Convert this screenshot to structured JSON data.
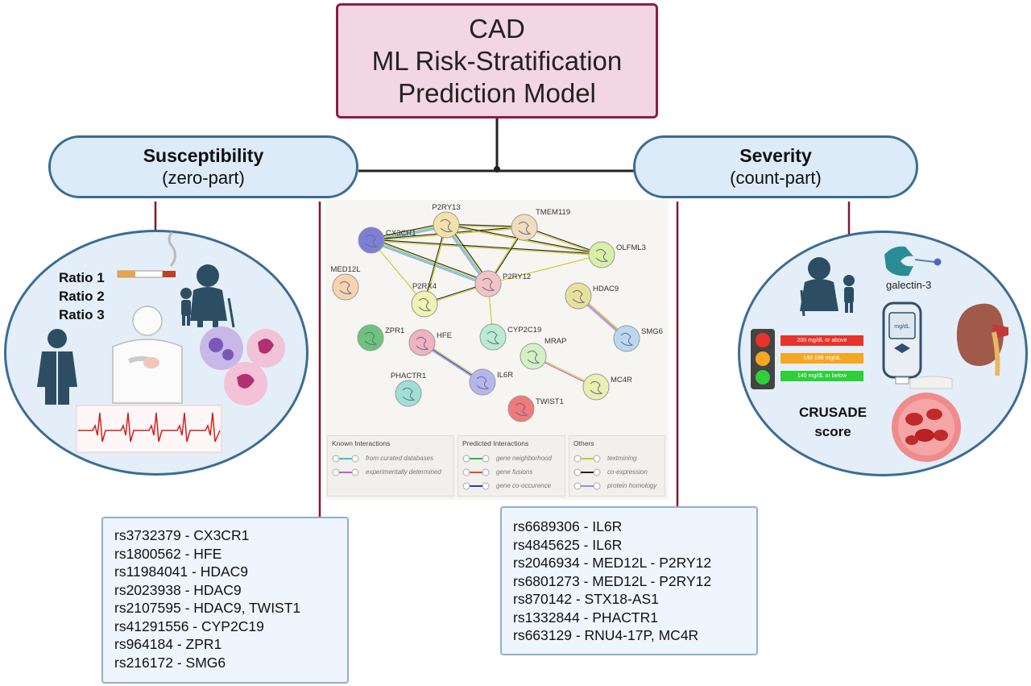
{
  "model_title": {
    "line1": "CAD",
    "line2": "ML Risk-Stratification",
    "line3": "Prediction Model"
  },
  "susceptibility": {
    "title": "Susceptibility",
    "subtitle": "(zero-part)",
    "ratios": [
      "Ratio 1",
      "Ratio 2",
      "Ratio 3"
    ],
    "snps": [
      "rs3732379 -  CX3CR1",
      "rs1800562 - HFE",
      "rs11984041 - HDAC9",
      "rs2023938 - HDAC9",
      "rs2107595 - HDAC9, TWIST1",
      "rs41291556 - CYP2C19",
      "rs964184 - ZPR1",
      "rs216172 - SMG6"
    ]
  },
  "severity": {
    "title": "Severity",
    "subtitle": "(count-part)",
    "galectin_label": "galectin-3",
    "glucose_levels": [
      "200 mg/dL or above",
      "140-199 mg/dL",
      "140 mg/dL or below"
    ],
    "glucose_colors": [
      "#e8332a",
      "#f5a623",
      "#2fcf3a"
    ],
    "meter_display": "mg/dL",
    "crusade_line1": "CRUSADE",
    "crusade_line2": "score",
    "snps": [
      "rs6689306 - IL6R",
      "rs4845625 - IL6R",
      "rs2046934 - MED12L - P2RY12",
      "rs6801273 - MED12L - P2RY12",
      "rs870142 - STX18-AS1",
      "rs1332844 - PHACTR1",
      "rs663129 - RNU4-17P, MC4R"
    ]
  },
  "network": {
    "nodes": [
      {
        "id": "CX3CR1",
        "color": "#7d7fd6"
      },
      {
        "id": "P2RY13",
        "color": "#f3e1a8"
      },
      {
        "id": "TMEM119",
        "color": "#f1dcc0"
      },
      {
        "id": "OLFML3",
        "color": "#d8efa6"
      },
      {
        "id": "MED12L",
        "color": "#f7d3b0"
      },
      {
        "id": "P2RY12",
        "color": "#f3c3c3"
      },
      {
        "id": "P2RX4",
        "color": "#eef3b0"
      },
      {
        "id": "HDAC9",
        "color": "#e6e29a"
      },
      {
        "id": "SMG6",
        "color": "#b9d8f0"
      },
      {
        "id": "ZPR1",
        "color": "#6cc47a"
      },
      {
        "id": "HFE",
        "color": "#f0b2c0"
      },
      {
        "id": "CYP2C19",
        "color": "#b8ecd0"
      },
      {
        "id": "MRAP",
        "color": "#d2f2c4"
      },
      {
        "id": "IL6R",
        "color": "#b6b6ee"
      },
      {
        "id": "MC4R",
        "color": "#e8f0b0"
      },
      {
        "id": "PHACTR1",
        "color": "#9ee0d8"
      },
      {
        "id": "TWIST1",
        "color": "#f07a7a"
      }
    ],
    "legend": {
      "known": {
        "title": "Known Interactions",
        "items": [
          "from curated databases",
          "experimentally determined"
        ],
        "colors": [
          "#35c3d8",
          "#c25cc8"
        ]
      },
      "predicted": {
        "title": "Predicted Interactions",
        "items": [
          "gene neighborhood",
          "gene fusions",
          "gene co-occurence"
        ],
        "colors": [
          "#2fb84a",
          "#e0483a",
          "#2a38c8"
        ]
      },
      "others": {
        "title": "Others",
        "items": [
          "textmining",
          "co-expression",
          "protein homology"
        ],
        "colors": [
          "#c8c820",
          "#222222",
          "#8f8fe0"
        ]
      }
    }
  }
}
